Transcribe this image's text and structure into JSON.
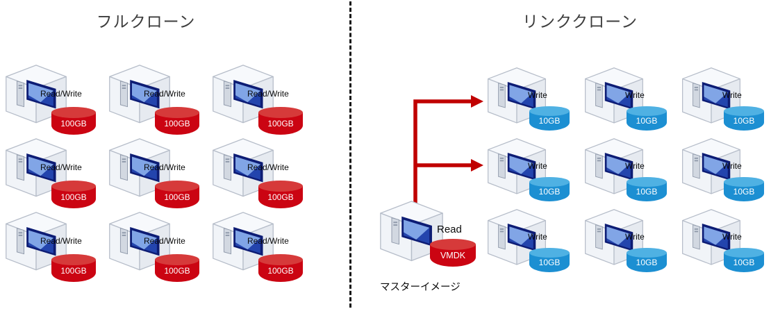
{
  "full_clone": {
    "title": "フルクローン",
    "vm_access_label": "Read/Write",
    "disk_size_label": "100GB",
    "vm_count": 9,
    "disk_color": "#cb0412"
  },
  "linked_clone": {
    "title": "リンククローン",
    "vm_access_label": "Write",
    "disk_size_label": "10GB",
    "vm_count": 9,
    "disk_color": "#1c8fd2",
    "arrow_color": "#c00000",
    "master": {
      "access_label": "Read",
      "disk_label": "VMDK",
      "disk_color": "#cb0412",
      "caption": "マスターイメージ"
    }
  },
  "divider_color": "#151515"
}
